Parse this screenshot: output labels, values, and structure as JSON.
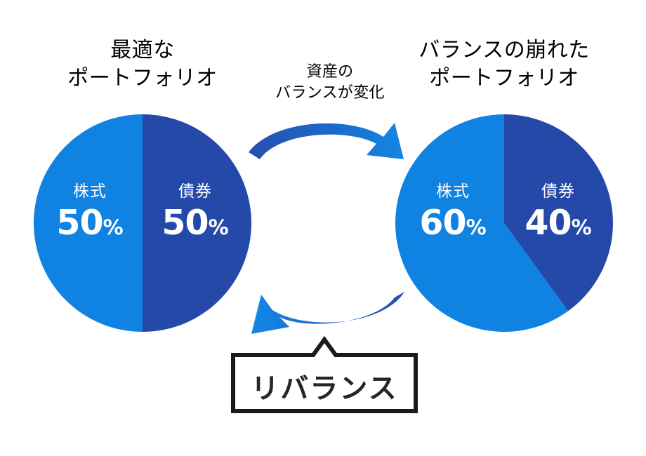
{
  "colors": {
    "stock": "#0F82E2",
    "bond": "#2449A8",
    "arrow_light": "#1387E4",
    "arrow_dark": "#2450AE",
    "text": "#000000",
    "callout_text": "#262626",
    "callout_border": "#1a1a1a",
    "background": "#FFFFFF"
  },
  "left_chart": {
    "title": "最適な\nポートフォリオ",
    "segments": [
      {
        "name": "株式",
        "value": "50",
        "pct_symbol": "%"
      },
      {
        "name": "債券",
        "value": "50",
        "pct_symbol": "%"
      }
    ]
  },
  "right_chart": {
    "title": "バランスの崩れた\nポートフォリオ",
    "segments": [
      {
        "name": "株式",
        "value": "60",
        "pct_symbol": "%"
      },
      {
        "name": "債券",
        "value": "40",
        "pct_symbol": "%"
      }
    ]
  },
  "center_caption": "資産の\nバランスが変化",
  "callout": {
    "label": "リバランス"
  },
  "chart_data": [
    {
      "type": "pie",
      "title": "最適な ポートフォリオ",
      "categories": [
        "株式",
        "債券"
      ],
      "values": [
        50,
        50
      ],
      "colors": [
        "#0F82E2",
        "#2449A8"
      ],
      "start_angle_deg": 0,
      "direction": "clockwise",
      "legend": "none",
      "data_labels": [
        "株式 50%",
        "債券 50%"
      ]
    },
    {
      "type": "pie",
      "title": "バランスの崩れた ポートフォリオ",
      "categories": [
        "株式",
        "債券"
      ],
      "values": [
        60,
        40
      ],
      "colors": [
        "#0F82E2",
        "#2449A8"
      ],
      "start_angle_deg": 0,
      "direction": "clockwise",
      "legend": "none",
      "data_labels": [
        "株式 60%",
        "債券 40%"
      ]
    }
  ]
}
